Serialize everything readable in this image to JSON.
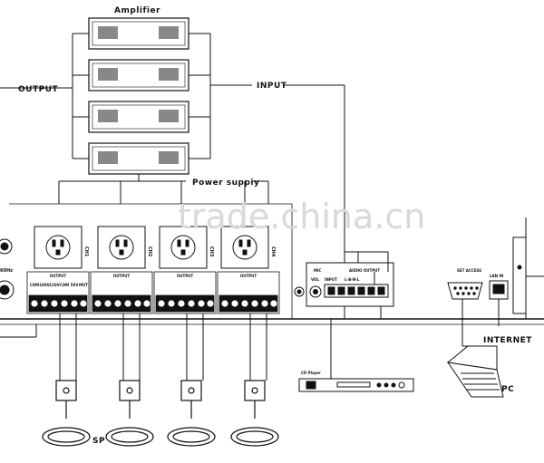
{
  "labels": {
    "amplifier": "Amplifier",
    "output": "OUTPUT",
    "input": "INPUT",
    "power_supply": "Power suppiy",
    "internet": "INTERNET",
    "pc": "PC",
    "cd_player": "CD Player",
    "sp": "SP",
    "watermark": "trade.china.cn",
    "set_access": "SET ACCESS",
    "lan_in": "LAN IN",
    "outlet": [
      "CH1",
      "CH2",
      "CH3",
      "CH4"
    ],
    "terminal_block": "OUTPUT",
    "terminals": [
      "COM",
      "100V",
      "120V",
      "COM",
      "50V",
      "MUT"
    ],
    "mic": "MIC",
    "audio_output": "AUDIO OUTPUT",
    "vol": "VOL",
    "input_small": "INPUT",
    "hz": "60Hz",
    "vol_ctrl": "L-B-N-L"
  },
  "colors": {
    "line": "#111111",
    "panel": "#ffffff",
    "watermark": "#d9d9d9"
  }
}
